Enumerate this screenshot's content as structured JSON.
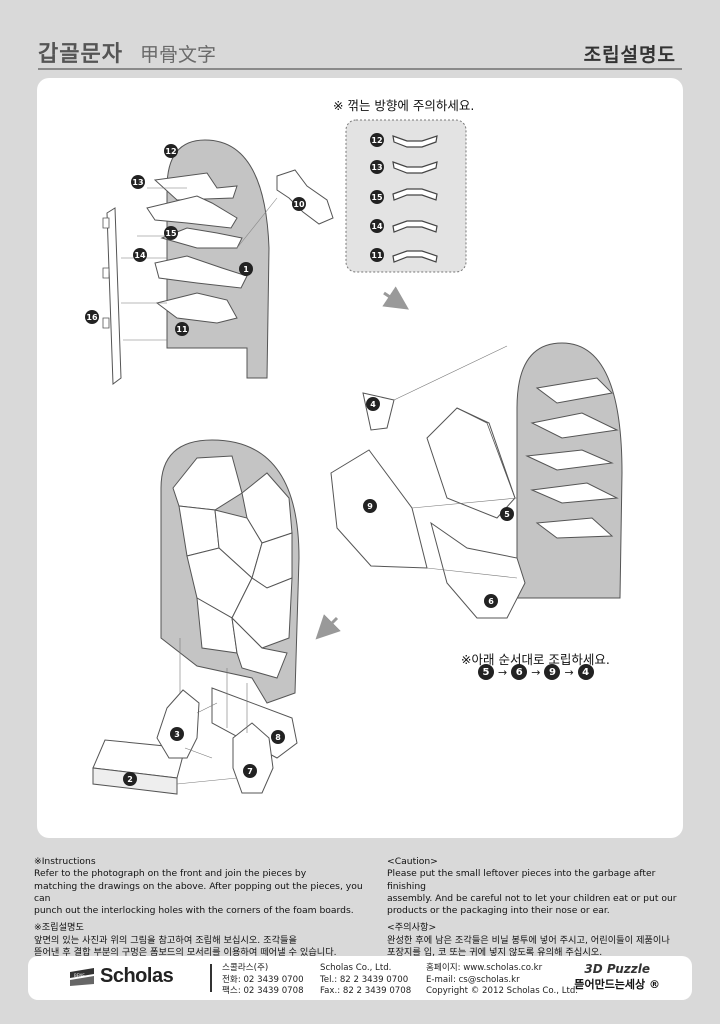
{
  "header": {
    "title_ko": "갑골문자",
    "title_hanja": "甲骨文字",
    "title_right": "조립설명도"
  },
  "diagram": {
    "note_fold": "※ 꺾는 방향에 주의하세요.",
    "note_order": "※아래 순서대로 조립하세요.",
    "sequence": [
      "5",
      "6",
      "9",
      "4"
    ],
    "sequence_arrow": "→",
    "fold_pieces": [
      "12",
      "13",
      "15",
      "14",
      "11"
    ],
    "step1_numbers": [
      "12",
      "13",
      "10",
      "15",
      "14",
      "1",
      "16",
      "11"
    ],
    "step2_numbers": [
      "4",
      "9",
      "5",
      "6"
    ],
    "step3_numbers": [
      "3",
      "8",
      "2",
      "7"
    ]
  },
  "instructions": {
    "en_heading": "※Instructions",
    "en_lines": [
      "Refer to the photograph on the front and join the pieces by",
      "matching the drawings on the above. After popping out the pieces, you can",
      "punch out the interlocking holes with the corners of the foam boards."
    ],
    "ko_heading": "※조립설명도",
    "ko_lines": [
      "앞면의 있는 사진과 위의 그림을 참고하여 조립해 보십시오. 조각들을",
      "뜯어낸 후 결합 부분의 구멍은 폼보드의 모서리를 이용하여 떼어낼 수 있습니다."
    ]
  },
  "caution": {
    "en_heading": "<Caution>",
    "en_lines": [
      "Please put the small leftover pieces into the garbage after finishing",
      "assembly. And be careful not to let your children eat or put our",
      "products or the packaging into their nose or ear."
    ],
    "ko_heading": "<주의사항>",
    "ko_lines": [
      "완성한 후에 남은 조각들은 비닐 봉투에 넣어 주시고, 어린이들이 제품이나",
      "포장지를 입, 코 또는 귀에 넣지 않도록 유의해 주십시오."
    ]
  },
  "footer": {
    "logo_text": "Scholas",
    "logo_mark_text": "BENE",
    "company_ko": "스콜라스(주)",
    "phone_ko": "전화: 02 3439 0700",
    "fax_ko": "팩스: 02 3439 0708",
    "company_en": "Scholas Co., Ltd.",
    "tel_en": "Tel.: 82 2 3439 0700",
    "fax_en": "Fax.: 82 2 3439 0708",
    "homepage": "홈페이지: www.scholas.co.kr",
    "email": "E-mail: cs@scholas.kr",
    "copyright": "Copyright © 2012 Scholas Co., Ltd.",
    "brand_top": "3D Puzzle",
    "brand_bottom": "뜯어만드는세상 ®"
  },
  "colors": {
    "page_bg": "#d9d9d9",
    "panel_bg": "#ffffff",
    "board_fill": "#c4c4c4",
    "board_stroke": "#555555",
    "badge": "#222222"
  }
}
